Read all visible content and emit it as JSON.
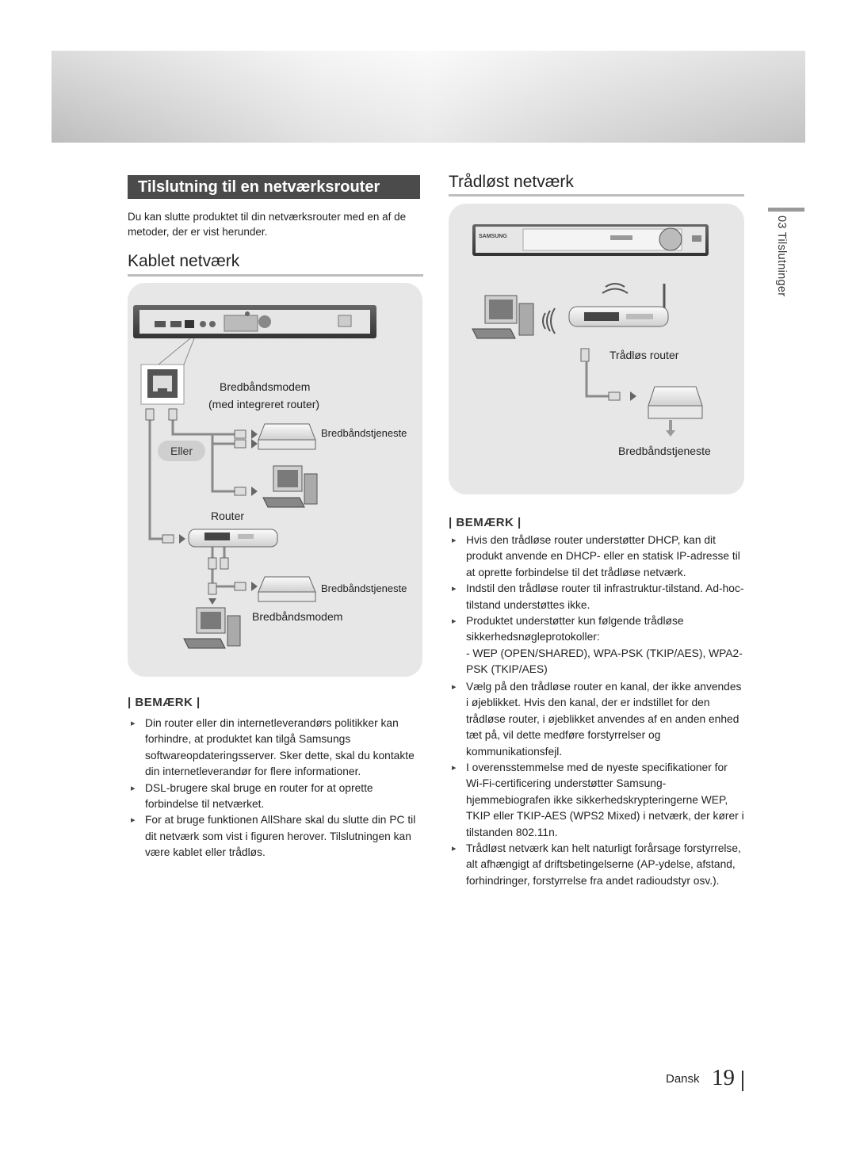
{
  "section_title": "Tilslutning til en netværksrouter",
  "intro": "Du kan slutte produktet til din netværksrouter med en af de metoder, der er vist herunder.",
  "wired": {
    "heading": "Kablet netværk",
    "labels": {
      "modem": "Bredbåndsmodem",
      "modem_sub": "(med integreret router)",
      "service1": "Bredbåndstjeneste",
      "or": "Eller",
      "router": "Router",
      "service2": "Bredbåndstjeneste",
      "modem2": "Bredbåndsmodem"
    },
    "note_head": "| BEMÆRK |",
    "notes": [
      "Din router eller din internetleverandørs politikker kan forhindre, at produktet kan tilgå Samsungs softwareopdateringsserver. Sker dette, skal du kontakte din internetleverandør for flere informationer.",
      "DSL-brugere skal bruge en router for at oprette forbindelse til netværket.",
      "For at bruge funktionen AllShare skal du slutte din PC til dit netværk som vist i figuren herover. Tilslutningen kan være kablet eller trådløs."
    ]
  },
  "wireless": {
    "heading": "Trådløst netværk",
    "labels": {
      "router": "Trådløs router",
      "service": "Bredbåndstjeneste"
    },
    "note_head": "| BEMÆRK |",
    "notes": [
      "Hvis den trådløse router understøtter DHCP, kan dit produkt anvende en DHCP- eller en statisk IP-adresse til at oprette forbindelse til det trådløse netværk.",
      "Indstil den trådløse router til infrastruktur-tilstand. Ad-hoc-tilstand understøttes ikke.",
      "Produktet understøtter kun følgende trådløse sikkerhedsnøgleprotokoller:"
    ],
    "sub_note": "-  WEP (OPEN/SHARED), WPA-PSK (TKIP/AES), WPA2-PSK (TKIP/AES)",
    "notes2": [
      "Vælg på den trådløse router en kanal, der ikke anvendes i øjeblikket. Hvis den kanal, der er indstillet for den trådløse router, i øjeblikket anvendes af en anden enhed tæt på, vil dette medføre forstyrrelser og kommunikationsfejl.",
      "I overensstemmelse med de nyeste specifikationer for Wi-Fi-certificering understøtter Samsung-hjemmebiografen ikke sikkerhedskrypteringerne WEP, TKIP eller TKIP-AES (WPS2 Mixed) i netværk, der kører i tilstanden 802.11n.",
      "Trådløst netværk kan helt naturligt forårsage forstyrrelse, alt afhængigt af driftsbetingelserne (AP-ydelse, afstand, forhindringer, forstyrrelse fra andet radioudstyr osv.)."
    ]
  },
  "side_tab": "03  Tilslutninger",
  "footer": {
    "language": "Dansk",
    "page": "19"
  },
  "device_brand": "SAMSUNG"
}
